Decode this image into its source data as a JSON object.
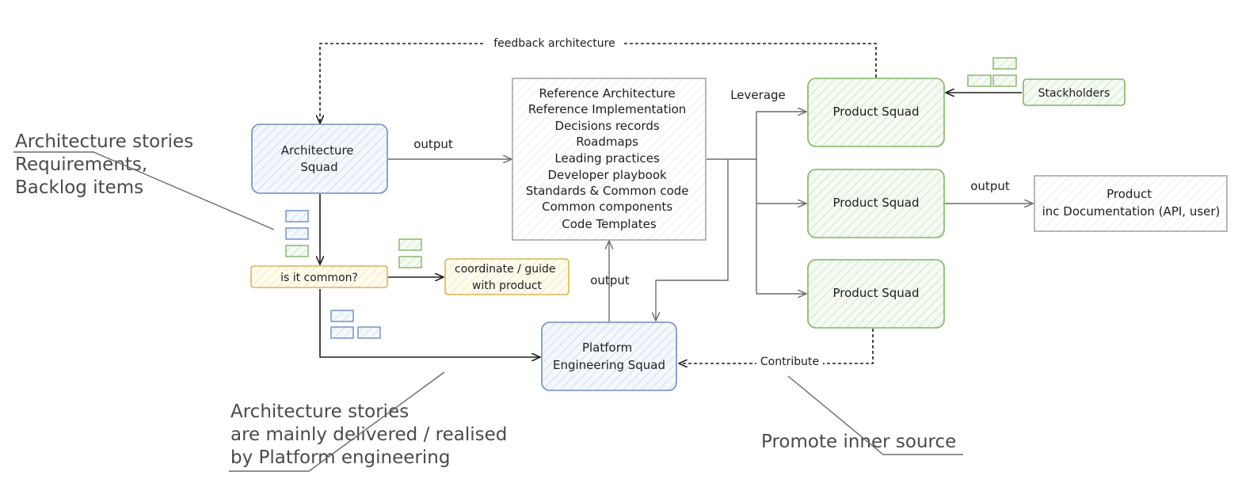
{
  "colors": {
    "architecture": "#6c8ebf",
    "architecture_fill": "#dae8fc",
    "product": "#82b366",
    "product_fill": "#d5e8d4",
    "decision": "#d6b656",
    "decision_fill": "#fff2cc",
    "neutral": "#9a9a9a",
    "ink": "#1e1e1e",
    "annotation": "#4a4a4a"
  },
  "nodes": {
    "architecture_squad": [
      "Architecture",
      "Squad"
    ],
    "reference_box": [
      "Reference Architecture",
      "Reference Implementation",
      "Decisions records",
      "Roadmaps",
      "Leading practices",
      "Developer playbook",
      "Standards & Common code",
      "Common components",
      "Code Templates"
    ],
    "is_common": "is it common?",
    "coordinate": [
      "coordinate / guide",
      "with product"
    ],
    "platform_squad": [
      "Platform",
      "Engineering Squad"
    ],
    "product_squad_1": "Product Squad",
    "product_squad_2": "Product Squad",
    "product_squad_3": "Product Squad",
    "stakeholders": "Stackholders",
    "product_output": [
      "Product",
      "inc Documentation (API, user)"
    ]
  },
  "edges": {
    "feedback": "feedback architecture",
    "output_arch": "output",
    "output_platform": "output",
    "output_product": "output",
    "leverage": "Leverage",
    "contribute": "Contribute"
  },
  "annotations": {
    "arch_stories": [
      "Architecture stories",
      "Requirements,",
      "Backlog items"
    ],
    "delivered": [
      "Architecture stories",
      "are mainly delivered / realised",
      "by Platform engineering"
    ],
    "inner_source": "Promote inner source"
  }
}
